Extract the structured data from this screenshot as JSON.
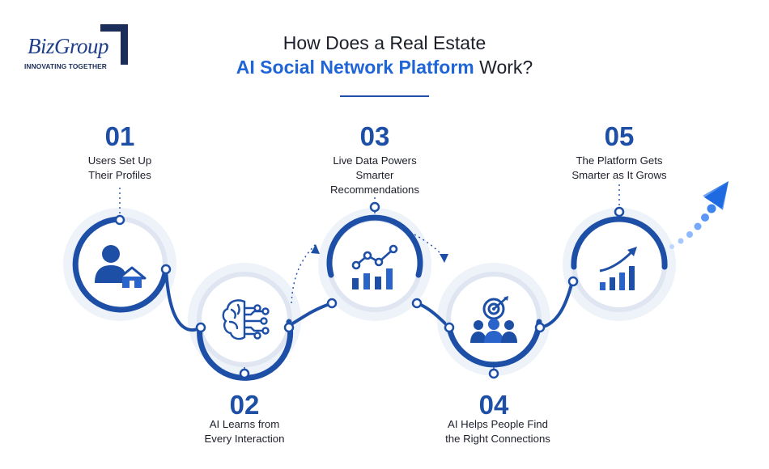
{
  "logo": {
    "name": "BizGroup",
    "tagline": "INNOVATING TOGETHER"
  },
  "title": {
    "line1": "How Does a Real Estate",
    "line2_highlight": "AI Social Network Platform",
    "line2_rest": " Work?"
  },
  "steps": [
    {
      "number": "01",
      "line1": "Users Set Up",
      "line2": "Their Profiles",
      "icon": "user-home-icon"
    },
    {
      "number": "02",
      "line1": "AI Learns from",
      "line2": "Every Interaction",
      "icon": "ai-brain-icon"
    },
    {
      "number": "03",
      "line1": "Live Data Powers",
      "line2": "Smarter",
      "line3": "Recommendations",
      "icon": "chart-growth-icon"
    },
    {
      "number": "04",
      "line1": "AI Helps People Find",
      "line2": "the Right Connections",
      "icon": "target-people-icon"
    },
    {
      "number": "05",
      "line1": "The Platform Gets",
      "line2": "Smarter as It Grows",
      "icon": "rising-bars-icon"
    }
  ],
  "colors": {
    "primary": "#1e4fa6",
    "accent": "#2065d8",
    "light": "#e9eef8"
  }
}
